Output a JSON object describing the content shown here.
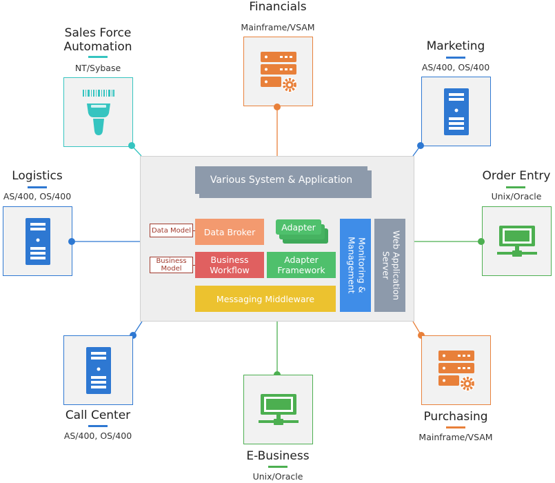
{
  "hub": {
    "top_title": "Various System & Application",
    "data_model": "Data Model",
    "data_broker": "Data Broker",
    "business_model": "Business Model",
    "business_workflow": "Business Workflow",
    "adapter": "Adapter",
    "adapter_framework": "Adapter Framework",
    "messaging_middleware": "Messaging Middleware",
    "monitoring": "Monitoring & Management",
    "web_app_server": "Web Application Server"
  },
  "nodes": {
    "financials": {
      "title": "Financials",
      "sub": "Mainframe/VSAM",
      "icon": "server-gear-icon",
      "color": "#e8803a"
    },
    "sales": {
      "title": "Sales Force Automation",
      "sub": "NT/Sybase",
      "icon": "barcode-scanner-icon",
      "color": "#35c4c0"
    },
    "marketing": {
      "title": "Marketing",
      "sub": "AS/400, OS/400",
      "icon": "server-tower-icon",
      "color": "#2e78d2"
    },
    "logistics": {
      "title": "Logistics",
      "sub": "AS/400, OS/400",
      "icon": "server-tower-icon",
      "color": "#2e78d2"
    },
    "order_entry": {
      "title": "Order Entry",
      "sub": "Unix/Oracle",
      "icon": "monitor-network-icon",
      "color": "#4caf50"
    },
    "call_center": {
      "title": "Call Center",
      "sub": "AS/400, OS/400",
      "icon": "server-tower-icon",
      "color": "#2e78d2"
    },
    "ebusiness": {
      "title": "E-Business",
      "sub": "Unix/Oracle",
      "icon": "monitor-network-icon",
      "color": "#4caf50"
    },
    "purchasing": {
      "title": "Purchasing",
      "sub": "Mainframe/VSAM",
      "icon": "server-gear-icon",
      "color": "#e8803a"
    }
  }
}
